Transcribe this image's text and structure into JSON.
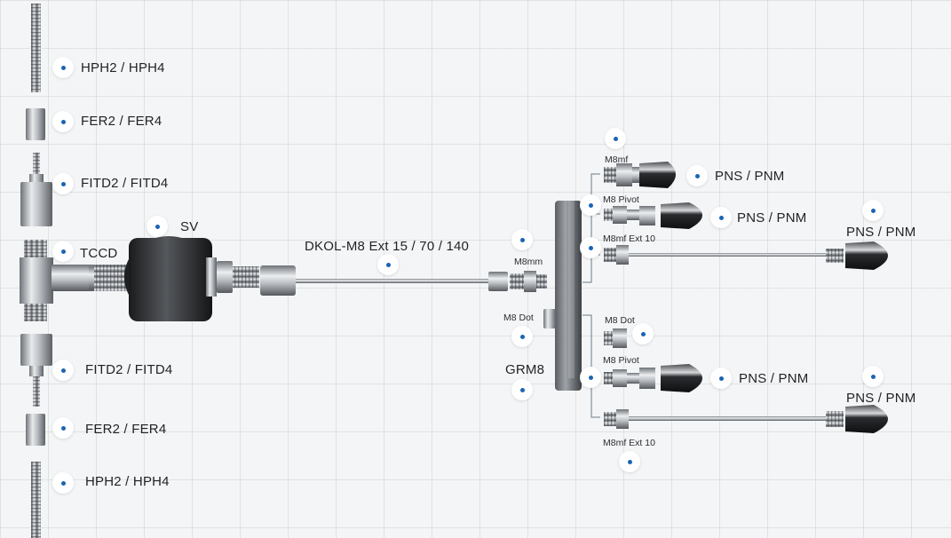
{
  "accent_color": "#1a64b4",
  "labels": {
    "hph_top": "HPH2 / HPH4",
    "fer_top": "FER2 / FER4",
    "fitd_top": "FITD2 / FITD4",
    "sv": "SV",
    "tccd": "TCCD",
    "fitd_bottom": "FITD2 / FITD4",
    "fer_bottom": "FER2 / FER4",
    "hph_bottom": "HPH2 / HPH4",
    "dkol": "DKOL-M8 Ext 15 / 70 / 140",
    "m8mm": "M8mm",
    "m8dot_left": "M8 Dot",
    "grm8": "GRM8",
    "m8mf": "M8mf",
    "m8pivot_top": "M8 Pivot",
    "m8mf_ext10_top": "M8mf Ext 10",
    "m8dot_right": "M8 Dot",
    "m8pivot_bottom": "M8 Pivot",
    "m8mf_ext10_bottom": "M8mf Ext 10",
    "pns_1": "PNS / PNM",
    "pns_2": "PNS / PNM",
    "pns_3": "PNS / PNM",
    "pns_4": "PNS / PNM",
    "pns_5": "PNS / PNM"
  }
}
